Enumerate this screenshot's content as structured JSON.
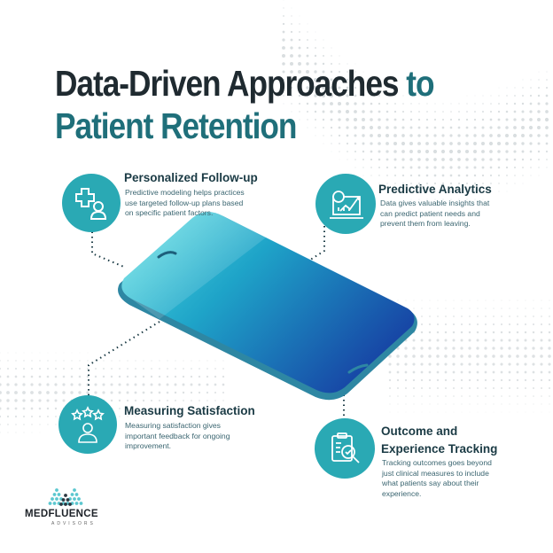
{
  "title": {
    "line1": "Data-Driven Approaches",
    "connector": "to",
    "line2": "Patient Retention"
  },
  "colors": {
    "accent": "#2aa9b4",
    "title_dark": "#1f2a30",
    "title_teal": "#1f6f7a"
  },
  "items": [
    {
      "icon": "medical-cross-person-icon",
      "heading": "Personalized Follow-up",
      "body": [
        "Predictive modeling helps practices",
        "use targeted follow-up plans based",
        "on specific patient factors."
      ]
    },
    {
      "icon": "analytics-chart-icon",
      "heading": "Predictive Analytics",
      "body": [
        "Data gives valuable insights that",
        "can predict patient needs and",
        "prevent them from leaving."
      ]
    },
    {
      "icon": "star-rating-person-icon",
      "heading": "Measuring Satisfaction",
      "body": [
        "Measuring satisfaction gives",
        "important feedback for ongoing",
        "improvement."
      ]
    },
    {
      "icon": "clipboard-magnifier-icon",
      "heading": [
        "Outcome and",
        "Experience Tracking"
      ],
      "body": [
        "Tracking outcomes goes beyond",
        "just clinical measures to include",
        "what patients say about their",
        "experience."
      ]
    }
  ],
  "brand": {
    "name": "MEDFLUENCE",
    "sub": "ADVISORS"
  }
}
